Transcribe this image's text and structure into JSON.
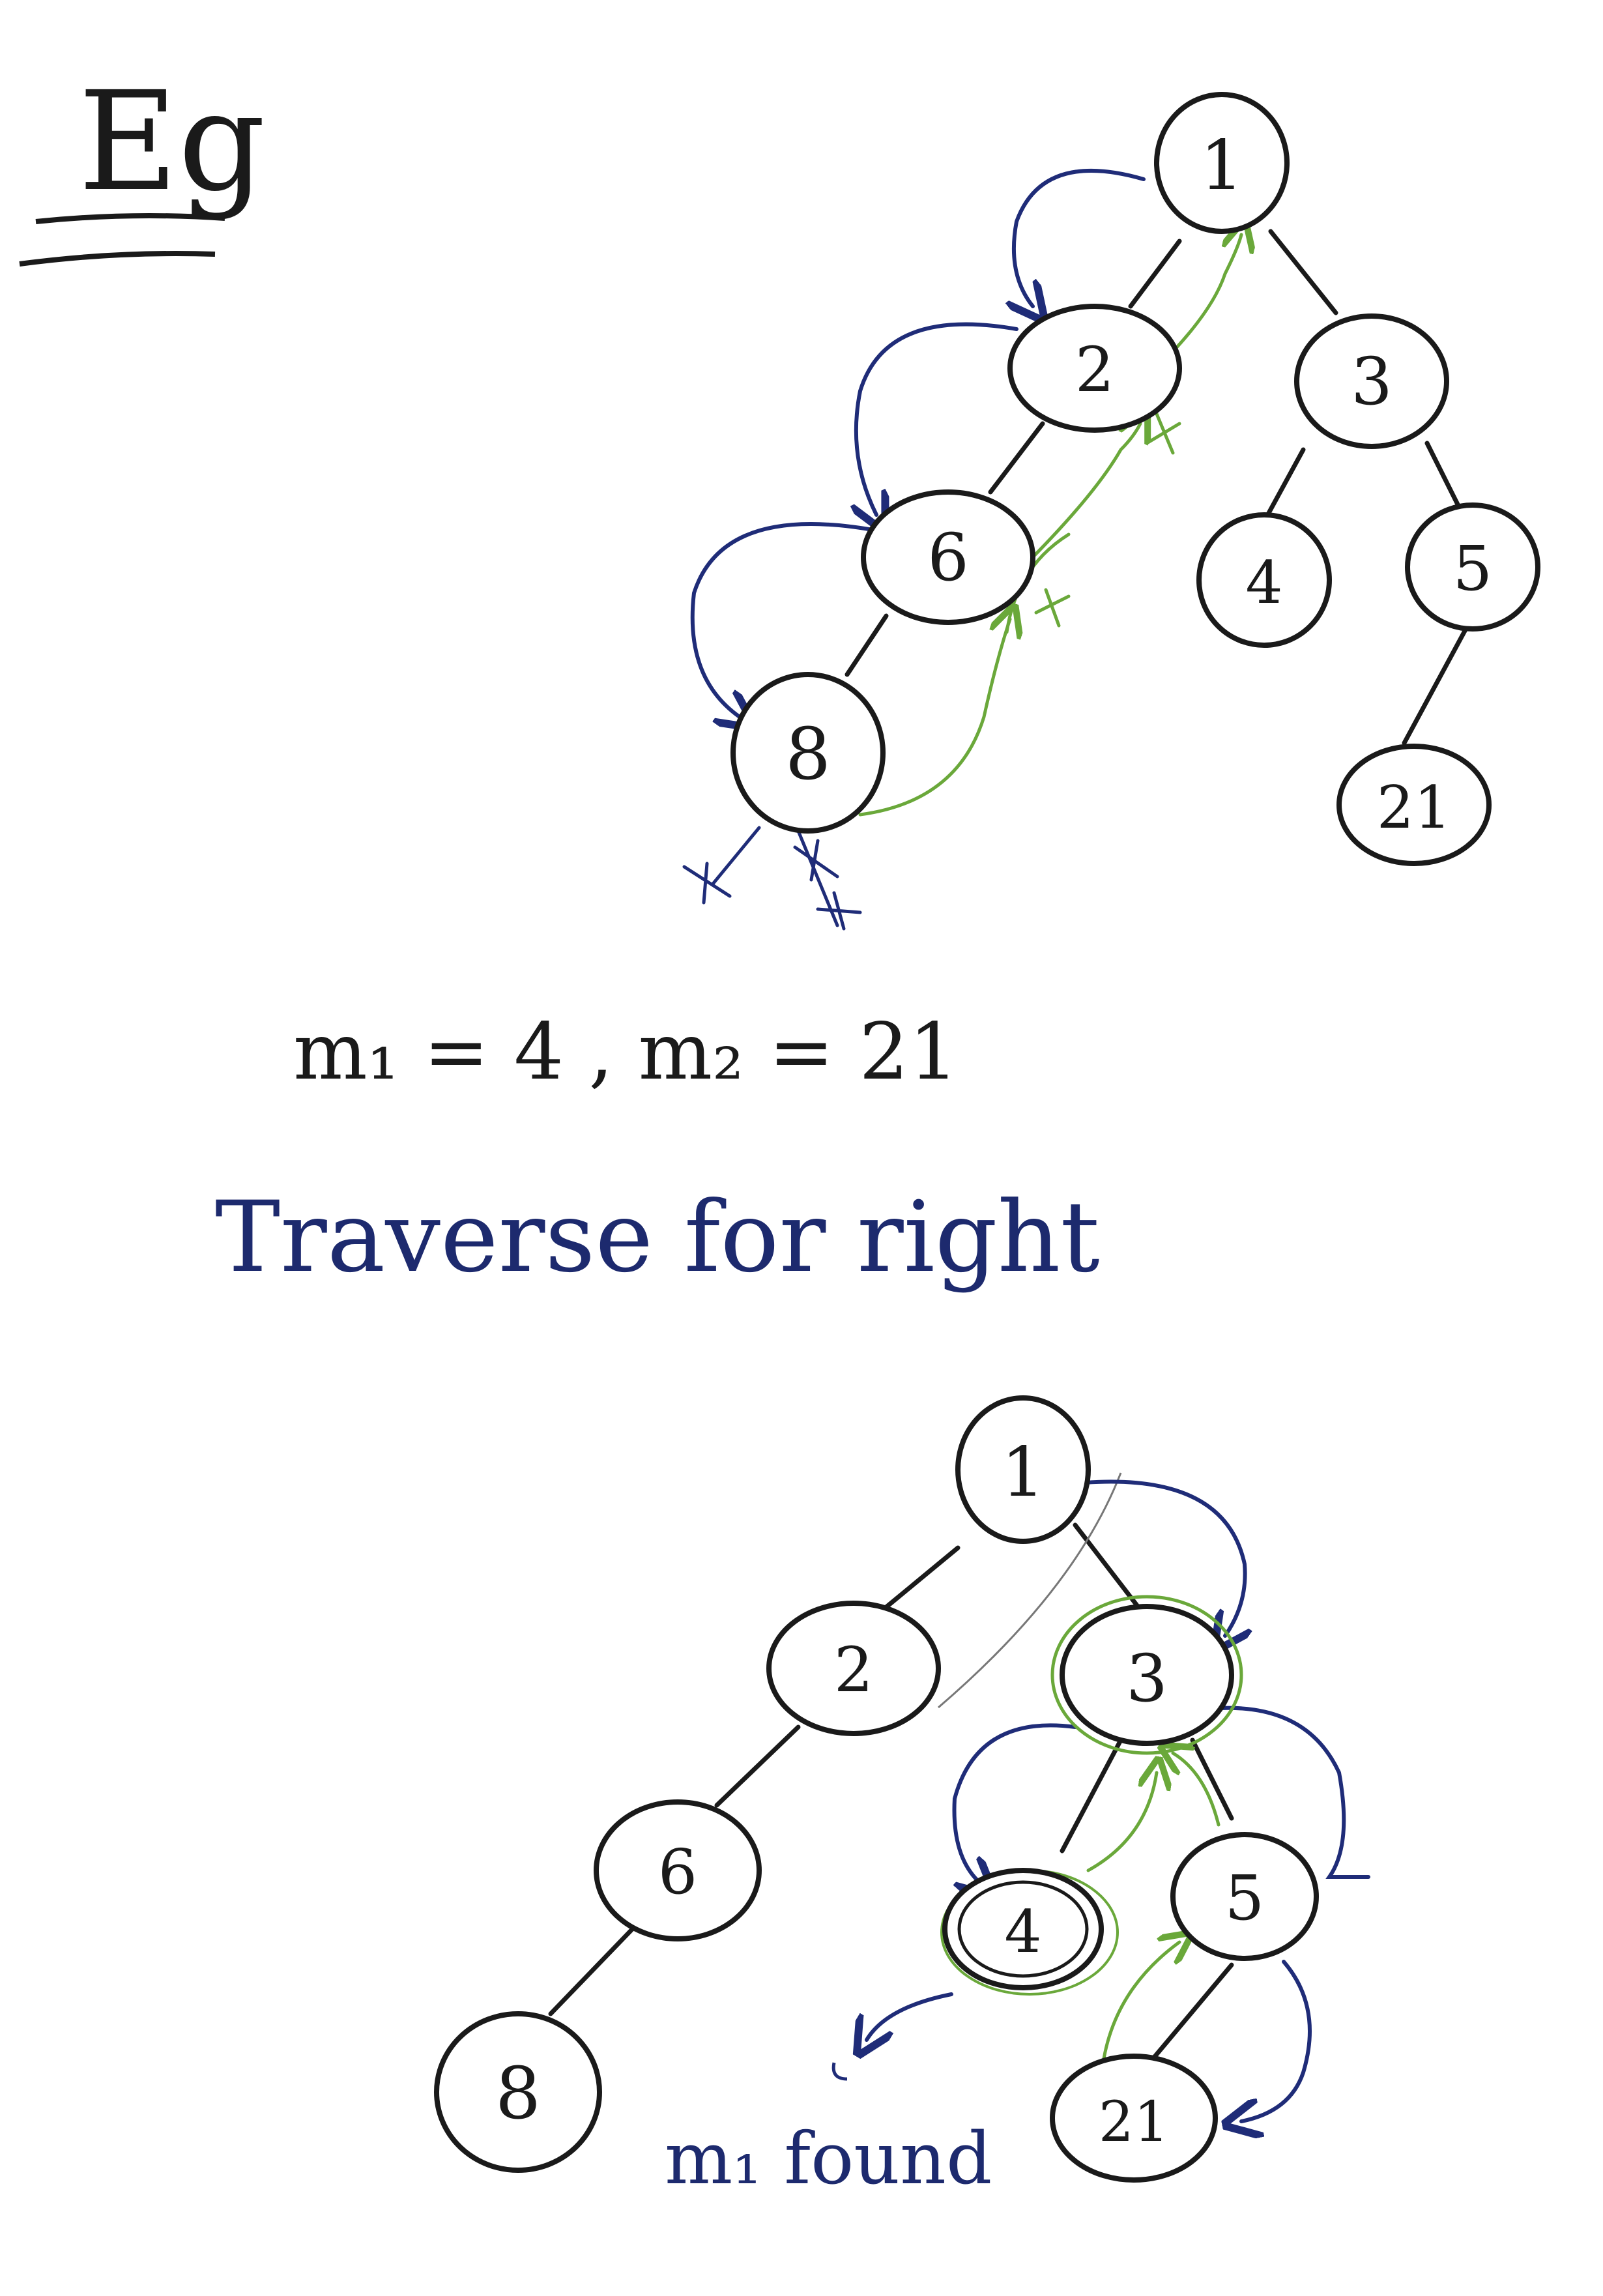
{
  "heading": "Eg",
  "equation": "m₁ = 4 , m₂ = 21",
  "caption": "Traverse for right",
  "found_note": "m₁ found",
  "tree1": {
    "nodes": [
      {
        "id": "1",
        "label": "1"
      },
      {
        "id": "2",
        "label": "2"
      },
      {
        "id": "3",
        "label": "3"
      },
      {
        "id": "6",
        "label": "6"
      },
      {
        "id": "4",
        "label": "4"
      },
      {
        "id": "5",
        "label": "5"
      },
      {
        "id": "8",
        "label": "8"
      },
      {
        "id": "21",
        "label": "21"
      }
    ]
  },
  "tree2": {
    "nodes": [
      {
        "id": "1",
        "label": "1"
      },
      {
        "id": "2",
        "label": "2"
      },
      {
        "id": "3",
        "label": "3"
      },
      {
        "id": "6",
        "label": "6"
      },
      {
        "id": "4",
        "label": "4"
      },
      {
        "id": "5",
        "label": "5"
      },
      {
        "id": "8",
        "label": "8"
      },
      {
        "id": "21",
        "label": "21"
      }
    ]
  },
  "colors": {
    "ink": "#1a1a1a",
    "navy": "#1f2c78",
    "green": "#6aa83a"
  }
}
